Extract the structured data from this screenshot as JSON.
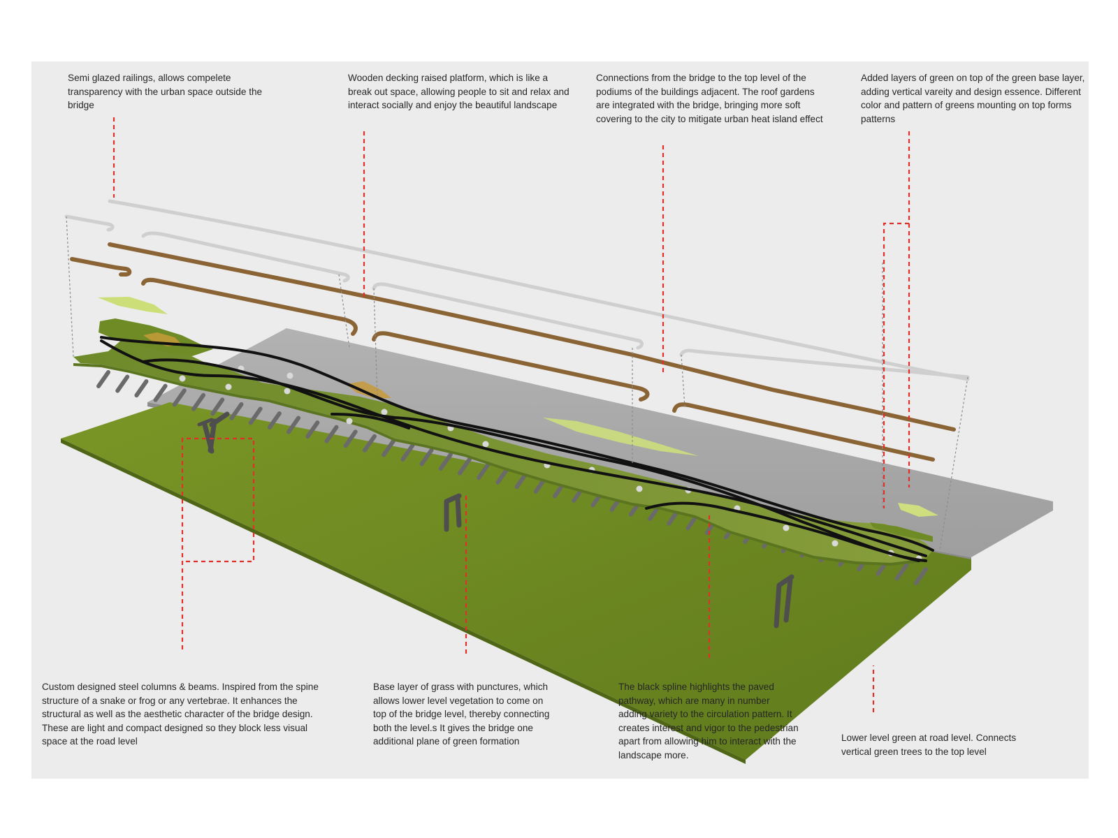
{
  "annotations": [
    {
      "id": "railings",
      "text": "Semi glazed railings, allows compelete transparency with the urban space outside the bridge"
    },
    {
      "id": "decking",
      "text": "Wooden decking raised platform, which is like a break out space, allowing people to sit and relax and interact socially and enjoy the beautiful landscape"
    },
    {
      "id": "connections",
      "text": "Connections from the bridge to the top level of the podiums of the buildings adjacent. The roof gardens are integrated with the bridge, bringing more soft covering to the city to mitigate urban heat island effect"
    },
    {
      "id": "green-layers",
      "text": "Added layers of green on top of the green base layer, adding vertical vareity and design essence. Different color and pattern of greens mounting on top forms patterns"
    },
    {
      "id": "steel",
      "text": "Custom designed steel columns & beams. Inspired from the spine structure of a snake or frog or any vertebrae. It enhances the structural as well as the aesthetic character of the bridge design. These are light and compact designed so they block less visual space at the road level"
    },
    {
      "id": "grass-base",
      "text": "Base layer of grass with punctures, which allows lower level vegetation to come on top of the bridge level, thereby connecting both the level.s It gives the bridge one additional plane of green formation"
    },
    {
      "id": "spline",
      "text": "The black spline highlights the paved pathway, which are many in number adding variety to the circulation pattern. It creates interest and vigor to the pedestrian apart from allowing him to interact with the landscape more."
    },
    {
      "id": "road-green",
      "text": "Lower level green at road level. Connects vertical green trees to the top level"
    }
  ],
  "colors": {
    "panel_bg": "#ececec",
    "road_grey": "#a9a9a9",
    "ground_green": "#6e8a22",
    "deck_green": "#7c9530",
    "light_green": "#c8dd6a",
    "wood": "#8a6434",
    "glass": "#d8d8d8",
    "steel": "#5a5a5a",
    "spline": "#111111",
    "leader": "#e0302a"
  }
}
